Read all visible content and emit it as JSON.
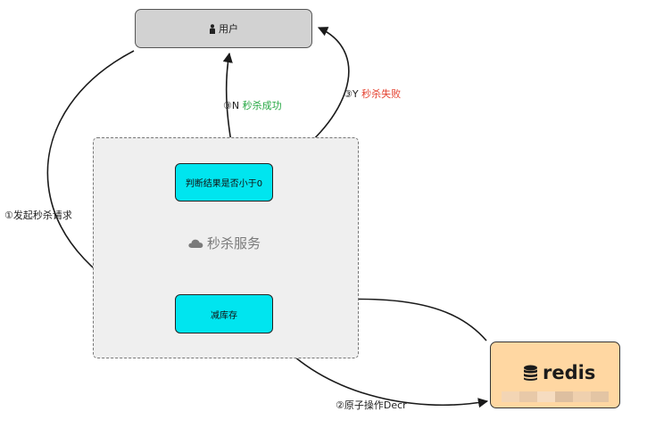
{
  "nodes": {
    "user": {
      "icon": "user-icon",
      "label": "用户"
    },
    "judge": {
      "label": "判断结果是否小于0"
    },
    "decr": {
      "label": "减库存"
    },
    "service": {
      "icon": "cloud-icon",
      "label": "秒杀服务"
    },
    "redis": {
      "icon": "database-icon",
      "label": "redis"
    }
  },
  "edges": {
    "request": {
      "label": "①发起秒杀请求"
    },
    "success": {
      "prefix": "③N",
      "label": "秒杀成功"
    },
    "fail": {
      "prefix": "③Y",
      "label": "秒杀失败"
    },
    "atomic": {
      "label": "②原子操作Decr"
    }
  },
  "colors": {
    "node_fill": "#00e5ef",
    "user_fill": "#d2d2d2",
    "service_fill": "#efefef",
    "redis_fill": "#ffd7a2",
    "success_text": "#27a844",
    "fail_text": "#e4412f"
  }
}
